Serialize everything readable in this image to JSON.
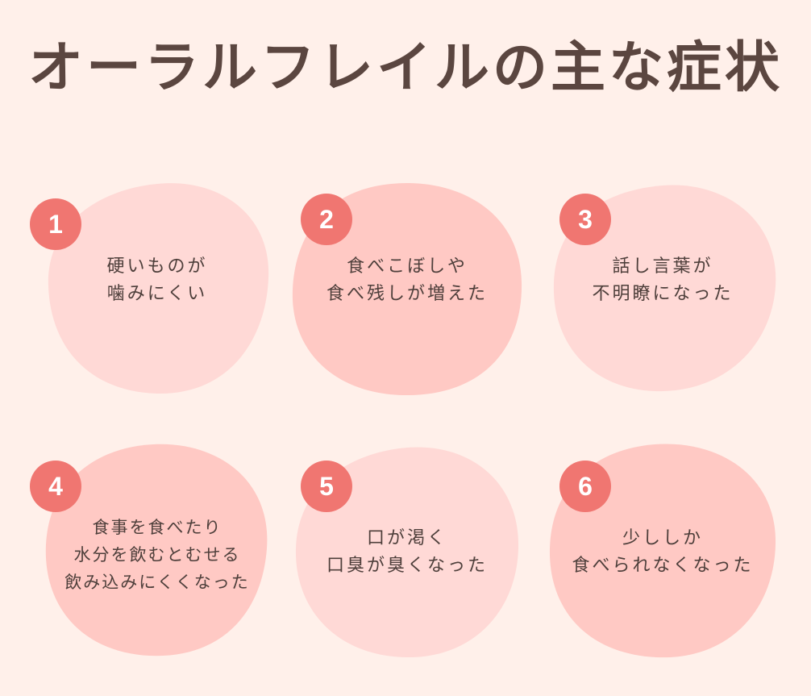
{
  "title": "オーラルフレイルの主な症状",
  "colors": {
    "background": "#fff0ea",
    "badge": "#f07671",
    "title_text": "#5b4640",
    "blob_light": "#ffd9d6",
    "blob_mid": "#ffc9c4"
  },
  "symptoms": [
    {
      "number": "1",
      "lines": [
        "硬いものが",
        "噛みにくい"
      ]
    },
    {
      "number": "2",
      "lines": [
        "食べこぼしや",
        "食べ残しが増えた"
      ]
    },
    {
      "number": "3",
      "lines": [
        "話し言葉が",
        "不明瞭になった"
      ]
    },
    {
      "number": "4",
      "lines": [
        "食事を食べたり",
        "水分を飲むとむせる",
        "飲み込みにくくなった"
      ]
    },
    {
      "number": "5",
      "lines": [
        "口が渇く",
        "口臭が臭くなった"
      ]
    },
    {
      "number": "6",
      "lines": [
        "少ししか",
        "食べられなくなった"
      ]
    }
  ]
}
